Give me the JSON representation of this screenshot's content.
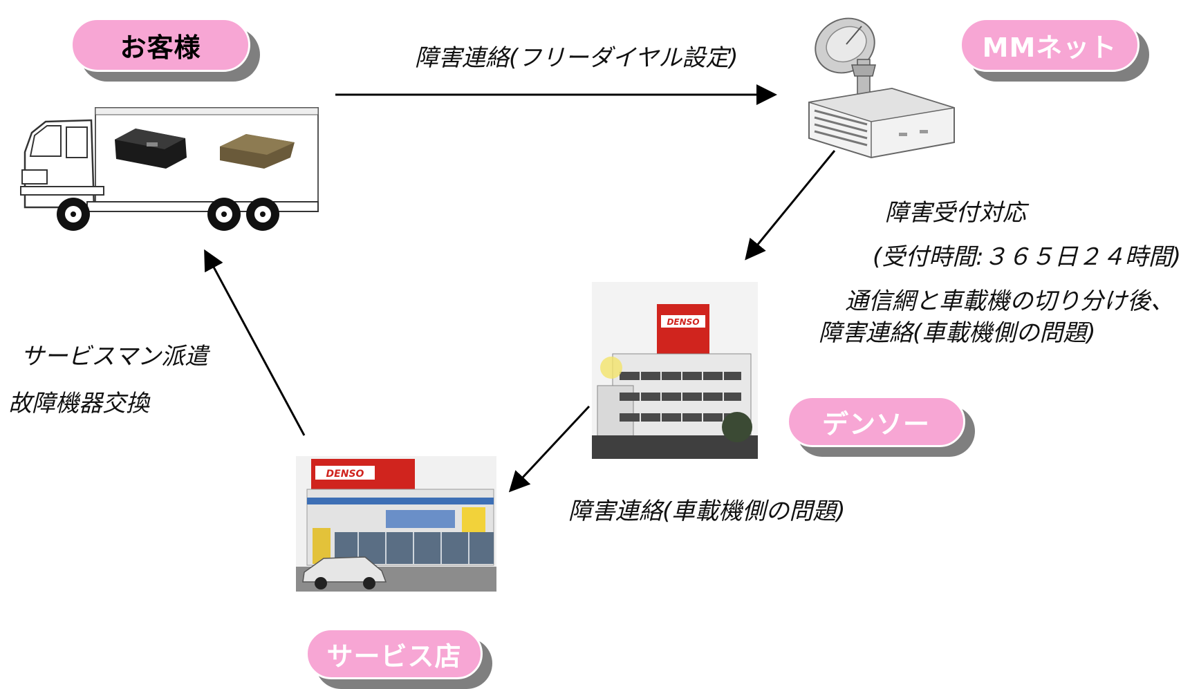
{
  "badges": {
    "customer": "お客様",
    "mmnet": "MMネット",
    "denso": "デンソー",
    "service_shop": "サービス店"
  },
  "labels": {
    "failure_contact_freedial": "障害連絡(フリーダイヤル設定)",
    "failure_reception": "障害受付対応",
    "reception_hours": "(受付時間:３６５日２４時間)",
    "after_isolation": "通信網と車載機の切り分け後、",
    "failure_contact_onboard_1": "障害連絡(車載機側の問題)",
    "failure_contact_onboard_2": "障害連絡(車載機側の問題)",
    "dispatch_serviceman": "サービスマン派遣",
    "replace_faulty_device": "故障機器交換"
  },
  "sign_text": {
    "denso_building": "DENSO",
    "service_shop_building": "DENSO"
  },
  "colors": {
    "badge_fill": "#f7a6d4",
    "badge_fill_light": "#fbc9e6",
    "badge_shadow": "#7f7f7f",
    "arrow": "#000000",
    "denso_red": "#d0241e"
  }
}
